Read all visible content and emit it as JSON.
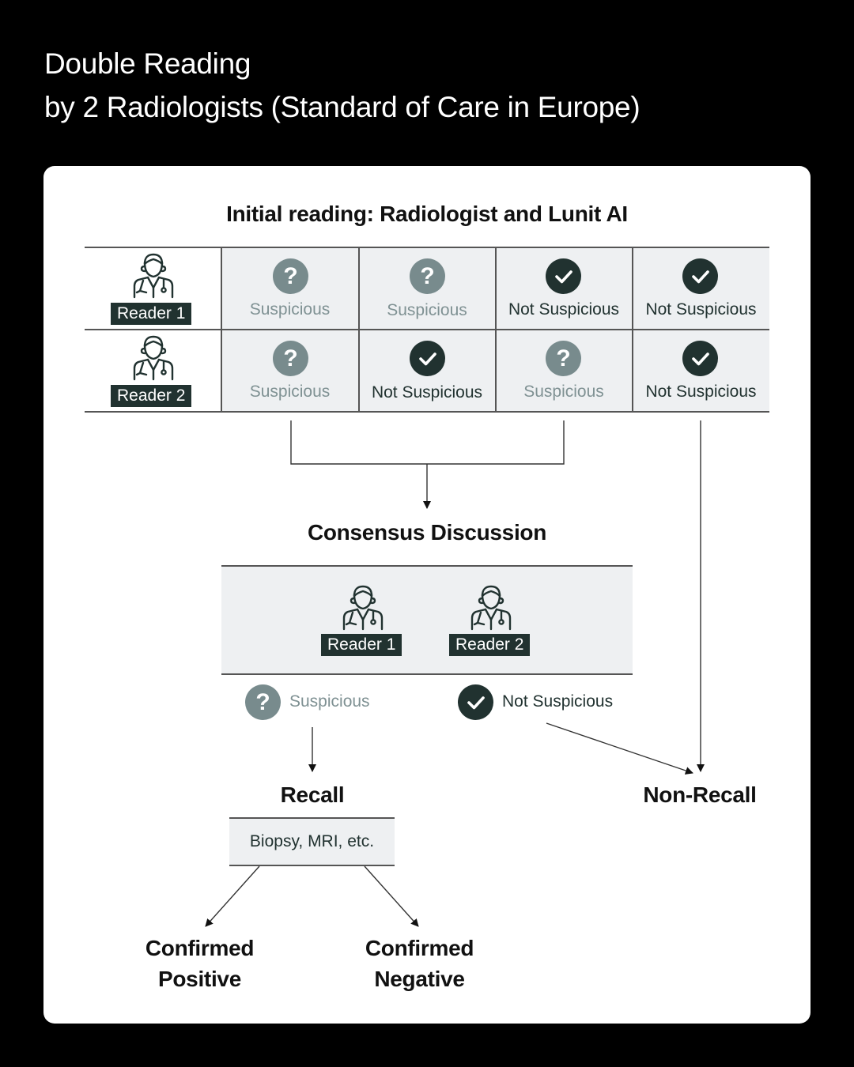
{
  "header": {
    "title_line1": "Double Reading",
    "title_line2": "by 2 Radiologists (Standard of Care in Europe)"
  },
  "initial_reading": {
    "heading": "Initial reading: Radiologist and Lunit AI",
    "readers": [
      {
        "label": "Reader 1",
        "icon": "doctor-icon",
        "results": [
          {
            "status": "Suspicious",
            "icon": "question-icon"
          },
          {
            "status": "Suspicious",
            "icon": "question-icon"
          },
          {
            "status": "Not Suspicious",
            "icon": "check-icon"
          },
          {
            "status": "Not Suspicious",
            "icon": "check-icon"
          }
        ]
      },
      {
        "label": "Reader 2",
        "icon": "doctor-icon",
        "results": [
          {
            "status": "Suspicious",
            "icon": "question-icon"
          },
          {
            "status": "Not Suspicious",
            "icon": "check-icon"
          },
          {
            "status": "Suspicious",
            "icon": "question-icon"
          },
          {
            "status": "Not Suspicious",
            "icon": "check-icon"
          }
        ]
      }
    ]
  },
  "consensus": {
    "heading": "Consensus Discussion",
    "readers": [
      "Reader 1",
      "Reader 2"
    ],
    "outcome_suspicious": "Suspicious",
    "outcome_not_suspicious": "Not Suspicious"
  },
  "recall": {
    "heading": "Recall",
    "followup": "Biopsy, MRI, etc.",
    "confirmed_positive_line1": "Confirmed",
    "confirmed_positive_line2": "Positive",
    "confirmed_negative_line1": "Confirmed",
    "confirmed_negative_line2": "Negative"
  },
  "non_recall": {
    "heading": "Non-Recall"
  },
  "colors": {
    "suspicious": "#788b8d",
    "not_suspicious": "#213230",
    "cell_bg": "#eef0f2"
  }
}
